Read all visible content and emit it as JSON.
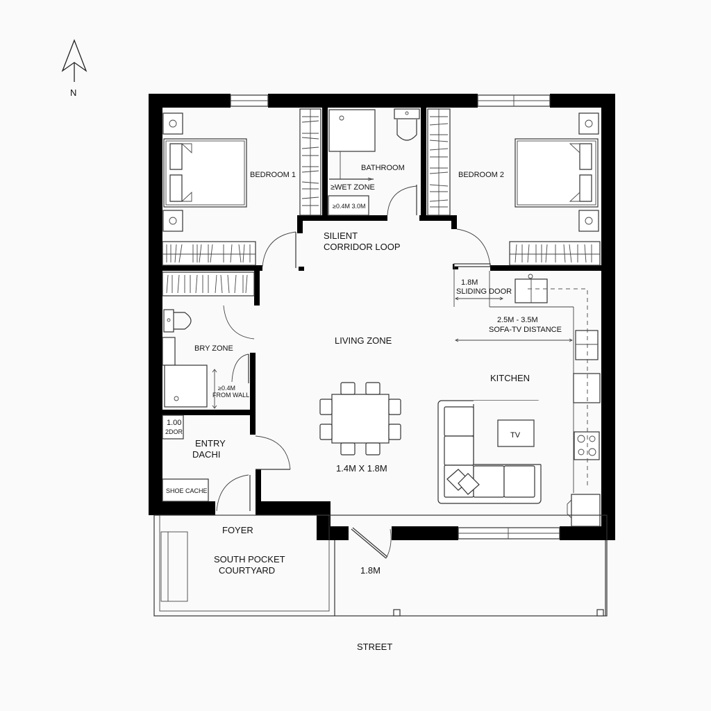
{
  "compass": {
    "label": "N"
  },
  "rooms": {
    "bedroom1": "BEDROOM 1",
    "bathroom": "BATHROOM",
    "wet_zone": "≥WET ZONE",
    "wet_dim": "≥0.4M 3.0M",
    "bedroom2": "BEDROOM 2",
    "corridor_line1": "SILIENT",
    "corridor_line2": "CORRIDOR LOOP",
    "sliding_dim": "1.8M",
    "sliding_label": "SLIDING DOOR",
    "sofa_tv_dim": "2.5M - 3.5M",
    "sofa_tv_label": "SOFA-TV DISTANCE",
    "bry_zone": "BRY ZONE",
    "wall_dim": "≥0.4M",
    "wall_label": "FROM WALL",
    "living": "LIVING ZONE",
    "kitchen": "KITCHEN",
    "tv": "TV",
    "table_dim": "1.4M X 1.8M",
    "door_tag_1": "1.00",
    "door_tag_2": "2DOR",
    "entry_line1": "ENTRY",
    "entry_line2": "DACHI",
    "shoe_cache": "SHOE CACHE",
    "foyer": "FOYER",
    "courtyard_line1": "SOUTH POCKET",
    "courtyard_line2": "COURTYARD",
    "gate_dim": "1.8M",
    "street": "STREET"
  }
}
